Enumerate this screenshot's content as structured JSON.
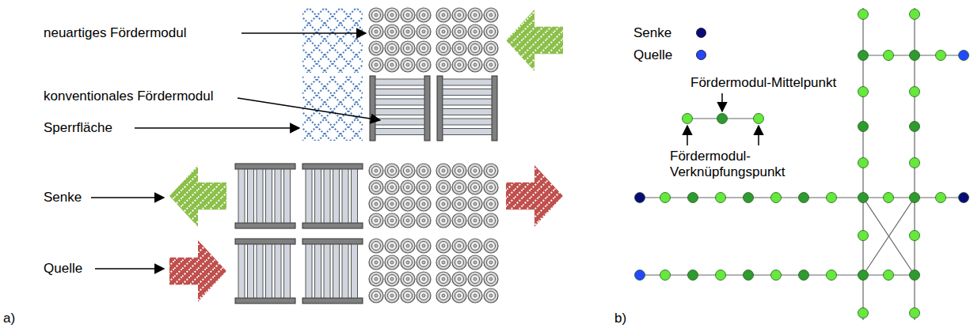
{
  "diagram": {
    "labels": [
      "neuartiges Fördermodul",
      "konventionales Fördermodul",
      "Sperrfläche",
      "Senke",
      "Quelle",
      "a)",
      "Fördermodul-Mittelpunkt",
      "Fördermodul-Verknüpfungspunkt",
      "b)"
    ],
    "legend": [
      {
        "text": "Senke",
        "color": "#0a0a7a"
      },
      {
        "text": "Quelle",
        "color": "#2448ff"
      }
    ]
  }
}
